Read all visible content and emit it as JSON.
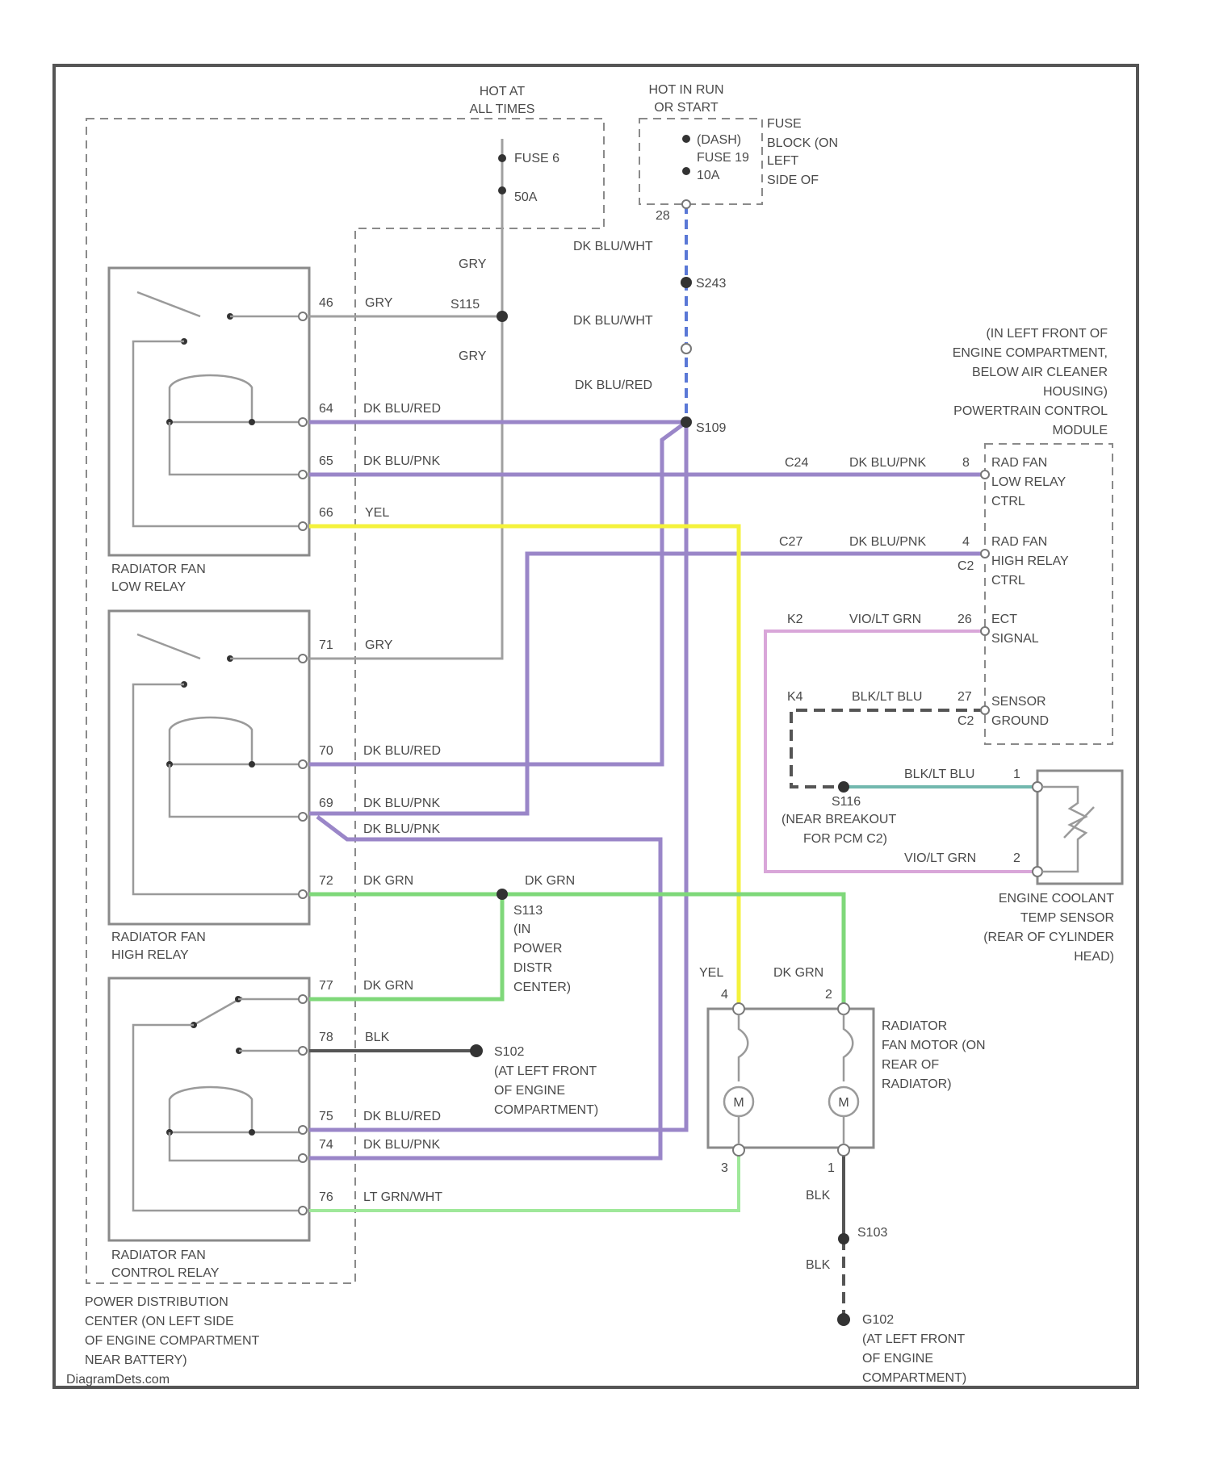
{
  "source_credit": "DiagramDets.com",
  "supplies": {
    "hot_at_all_times": [
      "HOT AT",
      "ALL TIMES"
    ],
    "hot_in_run": [
      "HOT IN RUN",
      "OR START"
    ],
    "fuse6": [
      "FUSE 6",
      "50A"
    ],
    "fuse19": [
      "(DASH)",
      "FUSE 19",
      "10A"
    ],
    "fuse_block": [
      "FUSE",
      "BLOCK (ON",
      "LEFT",
      "SIDE OF"
    ],
    "fuse_block_pin": "28"
  },
  "splices": {
    "s243": "S243",
    "s115": "S115",
    "s109": "S109",
    "s113": "S113",
    "s102a": "S102",
    "s102a_loc": [
      "(AT LEFT FRONT",
      "OF ENGINE",
      "COMPARTMENT)"
    ],
    "s113_loc": [
      "(IN",
      "POWER",
      "DISTR",
      "CENTER)"
    ],
    "s116": "S116",
    "s116_loc": [
      "(NEAR BREAKOUT",
      "FOR PCM C2)"
    ],
    "s103": "S103",
    "g102": "G102",
    "g102_loc": [
      "(AT LEFT FRONT",
      "OF ENGINE",
      "COMPARTMENT)"
    ]
  },
  "relays": {
    "low": {
      "name": [
        "RADIATOR FAN",
        "LOW RELAY"
      ],
      "pins": [
        "46",
        "64",
        "65",
        "66"
      ]
    },
    "high": {
      "name": [
        "RADIATOR FAN",
        "HIGH RELAY"
      ],
      "pins": [
        "71",
        "70",
        "69",
        "72"
      ]
    },
    "control": {
      "name": [
        "RADIATOR FAN",
        "CONTROL RELAY"
      ],
      "pins": [
        "77",
        "78",
        "75",
        "74",
        "76"
      ]
    }
  },
  "pdc_label": [
    "POWER DISTRIBUTION",
    "CENTER (ON LEFT SIDE",
    "OF ENGINE COMPARTMENT",
    "NEAR BATTERY)"
  ],
  "wires": {
    "gry": "GRY",
    "dk_blu_wht": "DK BLU/WHT",
    "dk_blu_red": "DK BLU/RED",
    "dk_blu_pnk": "DK BLU/PNK",
    "yel": "YEL",
    "dk_grn": "DK GRN",
    "lt_grn_wht": "LT GRN/WHT",
    "blk": "BLK",
    "vio_lt_grn": "VIO/LT GRN",
    "blk_lt_blu": "BLK/LT BLU"
  },
  "circuits": {
    "c24": "C24",
    "c27": "C27",
    "k2": "K2",
    "k4": "K4"
  },
  "pcm": {
    "location": [
      "(IN LEFT FRONT OF",
      "ENGINE COMPARTMENT,",
      "BELOW AIR CLEANER",
      "HOUSING)",
      "POWERTRAIN CONTROL",
      "MODULE"
    ],
    "low_ctrl": [
      "RAD FAN",
      "LOW RELAY",
      "CTRL"
    ],
    "high_ctrl": [
      "RAD FAN",
      "HIGH RELAY",
      "CTRL"
    ],
    "ect": [
      "ECT",
      "SIGNAL"
    ],
    "ground": [
      "SENSOR",
      "GROUND"
    ],
    "pins": {
      "low": "8",
      "high": "4",
      "ect": "26",
      "ground": "27"
    },
    "connector": "C2"
  },
  "sensor": {
    "name": [
      "ENGINE COOLANT",
      "TEMP SENSOR",
      "(REAR OF CYLINDER",
      "HEAD)"
    ],
    "pins": [
      "1",
      "2"
    ]
  },
  "motor": {
    "name": [
      "RADIATOR",
      "FAN MOTOR (ON",
      "REAR OF",
      "RADIATOR)"
    ],
    "pins": [
      "4",
      "2",
      "3",
      "1"
    ],
    "m": "M"
  }
}
